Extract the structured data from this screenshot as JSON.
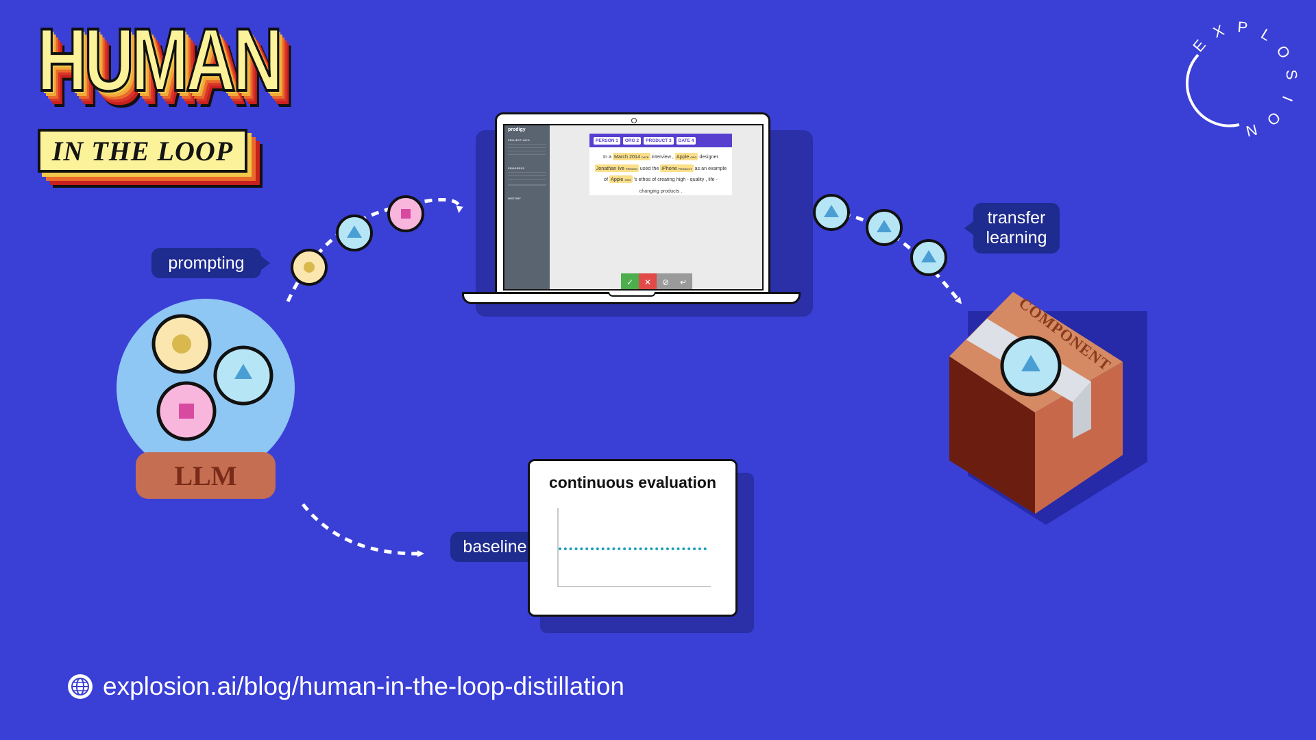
{
  "title": {
    "main": "HUMAN",
    "sub": "IN THE LOOP"
  },
  "brand": {
    "wordmark": "EXPLOSION"
  },
  "labels": {
    "prompting": "prompting",
    "transfer_learning": [
      "transfer",
      "learning"
    ],
    "baseline": "baseline",
    "llm": "LLM",
    "component": "COMPONENT"
  },
  "prodigy": {
    "app_name": "prodigy",
    "sidebar_sections": [
      "PROJECT INFO",
      "PROGRESS",
      "HISTORY"
    ],
    "entity_labels": [
      "PERSON",
      "ORG",
      "PRODUCT",
      "DATE"
    ],
    "label_hotkeys": [
      "1",
      "2",
      "3",
      "4"
    ],
    "text_segments": [
      {
        "text": "In a "
      },
      {
        "text": "March 2014",
        "label": "DATE"
      },
      {
        "text": " interview , "
      },
      {
        "text": "Apple",
        "label": "ORG"
      },
      {
        "text": " designer "
      },
      {
        "text": "Jonathan Ive",
        "label": "PERSON"
      },
      {
        "text": " used the "
      },
      {
        "text": "iPhone",
        "label": "PRODUCT"
      },
      {
        "text": " as an example of "
      },
      {
        "text": "Apple",
        "label": "ORG"
      },
      {
        "text": " 's ethos of creating high - quality , life - changing products ."
      }
    ],
    "actions": [
      {
        "name": "accept",
        "symbol": "✓",
        "color": "#4cae4c"
      },
      {
        "name": "reject",
        "symbol": "✕",
        "color": "#e24a4a"
      },
      {
        "name": "ignore",
        "symbol": "⊘",
        "color": "#9a9a9a"
      },
      {
        "name": "undo",
        "symbol": "↵",
        "color": "#9a9a9a"
      }
    ]
  },
  "evaluation": {
    "title": "continuous evaluation"
  },
  "footer": {
    "url": "explosion.ai/blog/human-in-the-loop-distillation",
    "icon": "globe-icon"
  },
  "colors": {
    "background": "#3a3fd6",
    "tag_bg": "#1e2b8f",
    "token_yellow": "#fbe6b0",
    "token_blue": "#b6e6f6",
    "token_pink": "#f8b6dc",
    "box": "#d58a63",
    "baseline": "#17a0b7"
  }
}
